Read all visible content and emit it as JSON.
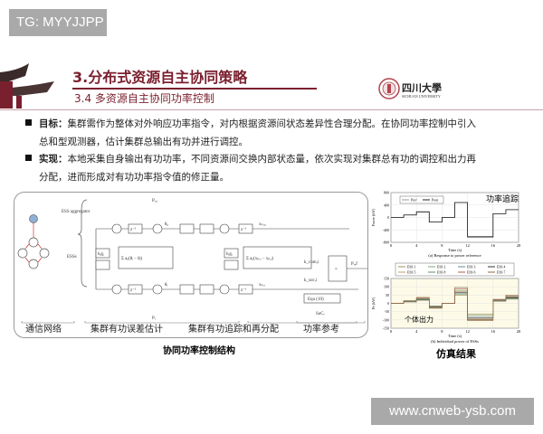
{
  "watermarks": {
    "top_left": "TG: MYYJJPP",
    "bottom_right": "www.cnweb-ysb.com"
  },
  "header": {
    "title": "3.分布式资源自主协同策略",
    "subtitle": "3.4 多资源自主协同功率控制",
    "logo_cn": "四川大學",
    "logo_en": "SICHUAN UNIVERSITY"
  },
  "bullets": [
    {
      "label": "目标：",
      "line1": "集群需作为整体对外响应功率指令，对内根据资源间状态差异性合理分配。在协同功率控制中引入",
      "line2": "总和型观测器，估计集群总输出有功并进行调控。"
    },
    {
      "label": "实现：",
      "line1": "本地采集自身输出有功功率，不同资源间交换内部状态量，依次实现对集群总有功的调控和出力再",
      "line2": "分配，进而形成对有功功率指令值的修正量。"
    }
  ],
  "diagram": {
    "caption": "协同功率控制结构",
    "sections": [
      "通信网络",
      "集群有功误差估计",
      "集群有功追踪和再分配",
      "功率参考"
    ],
    "labels": {
      "aggregator": "ESS aggregator",
      "esss": "ESSs",
      "equ": "Equ (10)",
      "delay": "z⁻¹",
      "sum1": "Σ aᵢⱼ(θᵢ − θⱼ)",
      "sum2": "Σ aᵢⱼ(xₚ,ᵢ − xₚ,ⱼ)",
      "gain": "hᵢgᵢ",
      "mult": "×",
      "pout": "Pₒ,ᵢ",
      "soc": "SoCᵢ",
      "theta0": "θ₀",
      "thetai": "θᵢ",
      "x0": "xₚ,₀",
      "xi": "xₚ,ᵢ",
      "kcom": "k_com,i",
      "ksoc": "k_soc,i",
      "pref": "Pᵣₑf",
      "pi": "Pᵢ"
    }
  },
  "results": {
    "caption": "仿真结果"
  },
  "chart_data": [
    {
      "type": "line",
      "title": "",
      "caption": "(a) Response to power reference",
      "annotation": "功率追踪",
      "xlabel": "Time (s)",
      "ylabel": "Power (kW)",
      "xlim": [
        0,
        20
      ],
      "ylim": [
        -800,
        800
      ],
      "xticks": [
        0,
        4,
        8,
        12,
        16,
        20
      ],
      "yticks": [
        -800,
        -400,
        0,
        400,
        800
      ],
      "grid": true,
      "legend": "top-left",
      "x": [
        0,
        2,
        4,
        6,
        8,
        10,
        12,
        16,
        18,
        20
      ],
      "series": [
        {
          "name": "Pref",
          "color": "#999999",
          "values": [
            0,
            80,
            180,
            -150,
            0,
            480,
            -640,
            120,
            250
          ]
        },
        {
          "name": "Pout",
          "color": "#222222",
          "values": [
            0,
            80,
            180,
            -150,
            0,
            480,
            -620,
            120,
            250
          ]
        }
      ]
    },
    {
      "type": "line",
      "title": "",
      "caption": "(b) Individual power of ESSs",
      "annotation": "个体出力",
      "xlabel": "Time (s)",
      "ylabel": "Pe (kW)",
      "xlim": [
        0,
        20
      ],
      "ylim": [
        -150,
        150
      ],
      "xticks": [
        0,
        4,
        8,
        12,
        16,
        20
      ],
      "yticks": [
        -150,
        -100,
        -50,
        0,
        50,
        100,
        150
      ],
      "grid": true,
      "legend": "top",
      "x": [
        0,
        2,
        4,
        6,
        8,
        10,
        12,
        16,
        18,
        20
      ],
      "series": [
        {
          "name": "ESS 1",
          "color": "#9c8f5a",
          "values": [
            0,
            8,
            18,
            -15,
            0,
            48,
            -64,
            12,
            25
          ]
        },
        {
          "name": "ESS 2",
          "color": "#7fa37a",
          "values": [
            0,
            9,
            20,
            -17,
            0,
            54,
            -72,
            14,
            28
          ]
        },
        {
          "name": "ESS 3",
          "color": "#6d7f9e",
          "values": [
            0,
            10,
            23,
            -19,
            0,
            60,
            -80,
            15,
            31
          ]
        },
        {
          "name": "ESS 4",
          "color": "#333333",
          "values": [
            0,
            11,
            25,
            -21,
            0,
            66,
            -88,
            17,
            34
          ]
        },
        {
          "name": "ESS 5",
          "color": "#c59a6a",
          "values": [
            0,
            12,
            27,
            -23,
            0,
            72,
            -92,
            18,
            37
          ]
        },
        {
          "name": "ESS 8",
          "color": "#5e8c65",
          "values": [
            0,
            13,
            29,
            -25,
            0,
            78,
            -96,
            20,
            40
          ]
        },
        {
          "name": "ESS 6",
          "color": "#b05a4a",
          "values": [
            0,
            15,
            33,
            -28,
            0,
            87,
            -100,
            22,
            45
          ]
        },
        {
          "name": "ESS 7",
          "color": "#8a6a4a",
          "values": [
            0,
            16,
            36,
            -30,
            0,
            96,
            -104,
            24,
            50
          ]
        }
      ]
    }
  ]
}
